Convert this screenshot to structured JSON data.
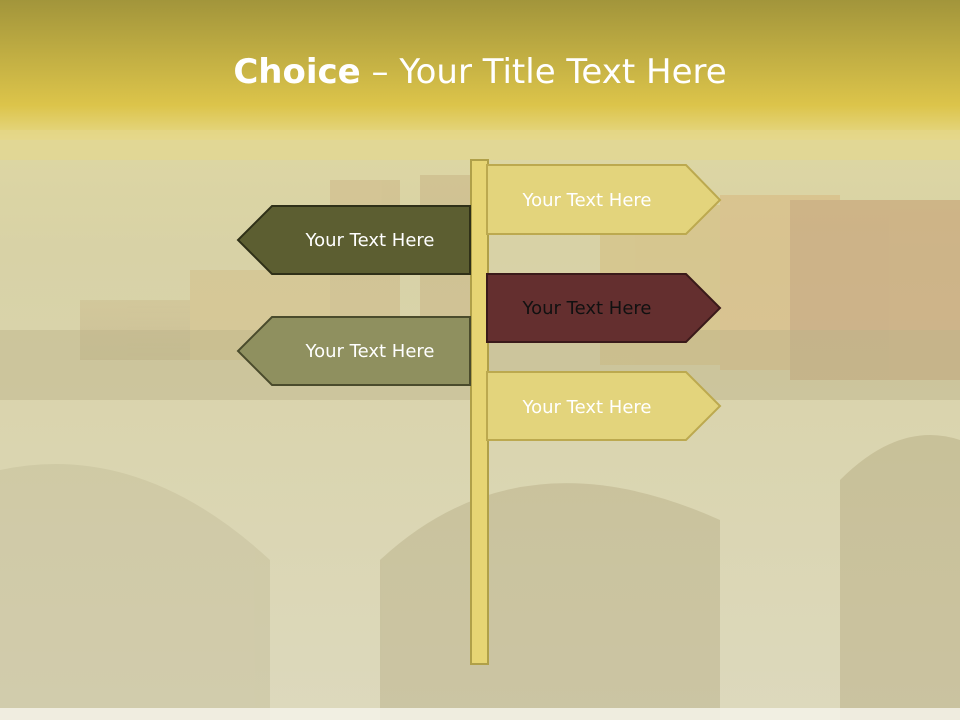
{
  "slide": {
    "title_bold": "Choice",
    "title_rest": " – Your Title Text Here"
  },
  "signpost": {
    "signs": [
      {
        "label": "Your Text Here",
        "direction": "right",
        "color": "#e4d47a",
        "text_color": "#ffffff"
      },
      {
        "label": "Your Text Here",
        "direction": "left",
        "color": "#5c5e32",
        "text_color": "#ffffff"
      },
      {
        "label": "Your Text Here",
        "direction": "right",
        "color": "#642f2f",
        "text_color": "#1a1a1a"
      },
      {
        "label": "Your Text Here",
        "direction": "left",
        "color": "#8e8f5f",
        "text_color": "#ffffff"
      },
      {
        "label": "Your Text Here",
        "direction": "right",
        "color": "#e4d47a",
        "text_color": "#ffffff"
      }
    ],
    "post_color": "#e7d574"
  },
  "colors": {
    "header_top": "#a89a3a",
    "header_bottom": "#e2c94a",
    "background": "#d9d4a8"
  }
}
